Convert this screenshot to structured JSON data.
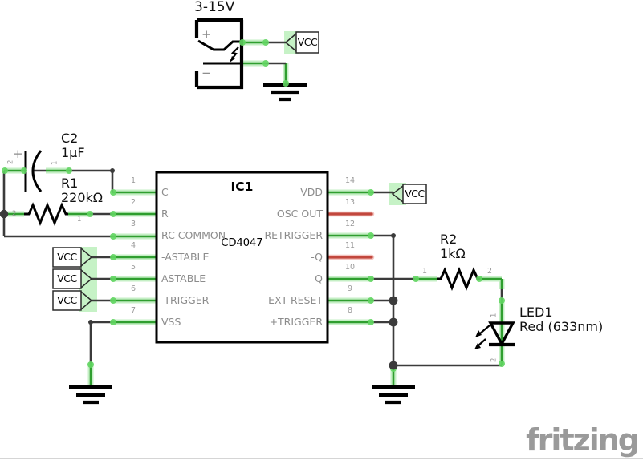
{
  "power_supply": {
    "voltage_label": "3-15V",
    "plus": "+",
    "minus": "−"
  },
  "flags": {
    "vcc_top": "VCC",
    "vcc_left_1": "VCC",
    "vcc_left_2": "VCC",
    "vcc_left_3": "VCC",
    "vcc_right": "VCC"
  },
  "components": {
    "c2": {
      "ref": "C2",
      "value": "1µF",
      "plus": "+",
      "pin_1": "1",
      "pin_2": "2"
    },
    "r1": {
      "ref": "R1",
      "value": "220kΩ",
      "pin_1": "1",
      "pin_2": "2"
    },
    "r2": {
      "ref": "R2",
      "value": "1kΩ",
      "pin_1": "1",
      "pin_2": "2"
    },
    "led1": {
      "ref": "LED1",
      "value": "Red (633nm)",
      "pin_1": "1",
      "pin_2": "2"
    },
    "ic1": {
      "ref": "IC1",
      "part": "CD4047",
      "left_pins": [
        {
          "num": "1",
          "name": "C"
        },
        {
          "num": "2",
          "name": "R"
        },
        {
          "num": "3",
          "name": "RC COMMON"
        },
        {
          "num": "4",
          "name": "-ASTABLE"
        },
        {
          "num": "5",
          "name": "ASTABLE"
        },
        {
          "num": "6",
          "name": "-TRIGGER"
        },
        {
          "num": "7",
          "name": "VSS"
        }
      ],
      "right_pins": [
        {
          "num": "14",
          "name": "VDD"
        },
        {
          "num": "13",
          "name": "OSC OUT"
        },
        {
          "num": "12",
          "name": "RETRIGGER"
        },
        {
          "num": "11",
          "name": "-Q"
        },
        {
          "num": "10",
          "name": "Q"
        },
        {
          "num": "9",
          "name": "EXT RESET"
        },
        {
          "num": "8",
          "name": "+TRIGGER"
        }
      ]
    }
  },
  "watermark": "fritzing",
  "colors": {
    "wire_connected_green": "#2f9e2f",
    "wire_stub_red": "#c2473d",
    "wire_neutral_dark": "#3b3b3b",
    "net_highlight_green": "#9ce69c",
    "symbol_black": "#000000",
    "pin_text_gray": "#8c8c8c",
    "logo_gray": "#9a9a9a"
  }
}
